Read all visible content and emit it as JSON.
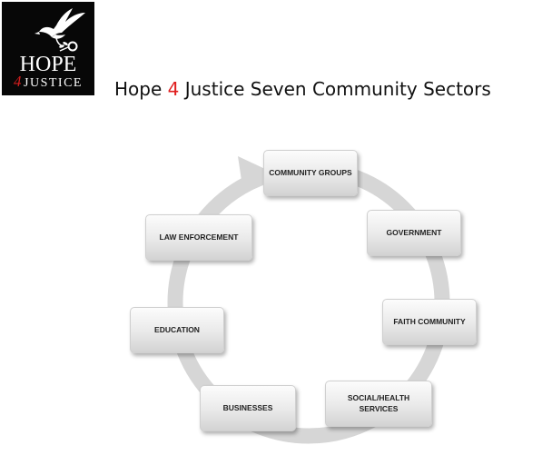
{
  "logo": {
    "word_top": "HOPE",
    "word_number": "4",
    "word_bottom": "JUSTICE",
    "icon": "dove-icon"
  },
  "title": {
    "prefix": "Hope ",
    "accent": "4",
    "suffix": " Justice Seven Community Sectors",
    "accent_color": "#e01e1e"
  },
  "diagram": {
    "type": "cycle",
    "arrow_icon": "cycle-arrow-icon",
    "arrow_color": "#d4d4d4",
    "nodes": [
      {
        "label": "COMMUNITY GROUPS"
      },
      {
        "label": "GOVERNMENT"
      },
      {
        "label": "FAITH COMMUNITY"
      },
      {
        "label": "SOCIAL/HEALTH SERVICES"
      },
      {
        "label": "BUSINESSES"
      },
      {
        "label": "EDUCATION"
      },
      {
        "label": "LAW ENFORCEMENT"
      }
    ]
  }
}
